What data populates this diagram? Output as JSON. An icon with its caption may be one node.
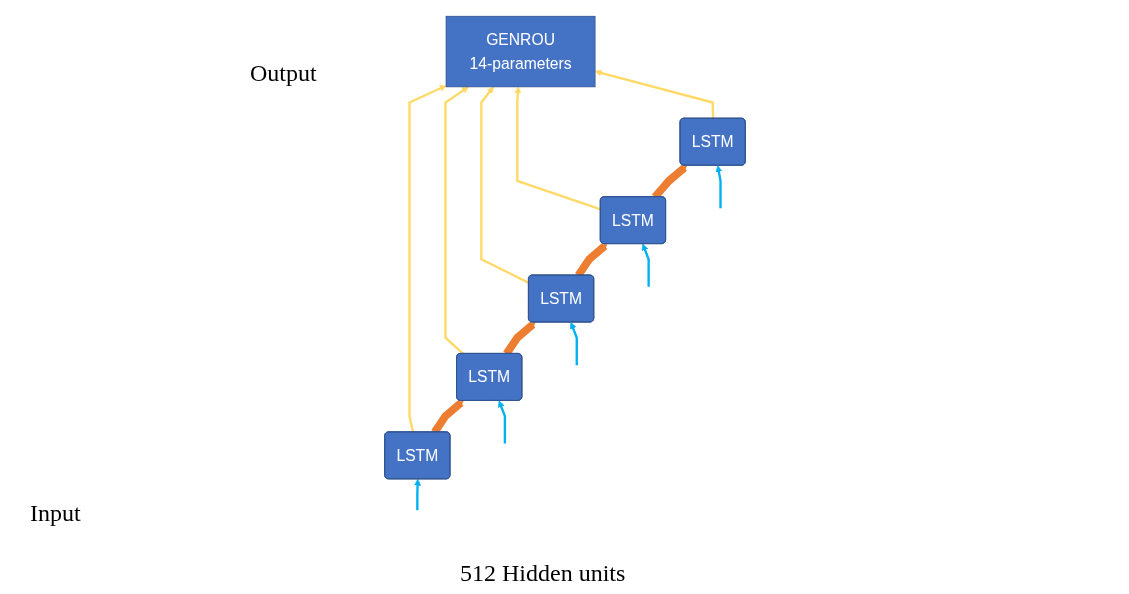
{
  "diagram": {
    "nodes": [
      {
        "text": [
          "GENROU",
          "14-parameters"
        ]
      },
      {
        "text": [
          "LSTM"
        ]
      },
      {
        "text": [
          "LSTM"
        ]
      },
      {
        "text": [
          "LSTM"
        ]
      },
      {
        "text": [
          "LSTM"
        ]
      },
      {
        "text": [
          "LSTM"
        ]
      }
    ],
    "edges": [
      {
        "from": 1,
        "to": 0,
        "arrow": "to",
        "color": "#ffd966"
      },
      {
        "from": 2,
        "to": 0,
        "arrow": "to",
        "color": "#ffd966"
      },
      {
        "from": 3,
        "to": 0,
        "arrow": "to",
        "color": "#ffd966"
      },
      {
        "from": 4,
        "to": 0,
        "arrow": "to",
        "color": "#ffd966"
      },
      {
        "from": 5,
        "to": 0,
        "arrow": "to",
        "color": "#ffd966"
      },
      {
        "from": 1,
        "to": 2,
        "arrow": "to",
        "style": "thick",
        "color": "#ed7d31"
      },
      {
        "from": 2,
        "to": 3,
        "arrow": "to",
        "style": "thick",
        "color": "#ed7d31"
      },
      {
        "from": 3,
        "to": 4,
        "arrow": "to",
        "style": "thick",
        "color": "#ed7d31"
      },
      {
        "from": 4,
        "to": 5,
        "arrow": "to",
        "style": "thick",
        "color": "#ed7d31"
      },
      {
        "from": null,
        "to": 1,
        "arrow": "to",
        "color": "#00b0f0"
      },
      {
        "from": null,
        "to": 2,
        "arrow": "to",
        "color": "#00b0f0"
      },
      {
        "from": null,
        "to": 3,
        "arrow": "to",
        "color": "#00b0f0"
      },
      {
        "from": null,
        "to": 4,
        "arrow": "to",
        "color": "#00b0f0"
      },
      {
        "from": null,
        "to": 5,
        "arrow": "to",
        "color": "#00b0f0"
      }
    ],
    "labels": [
      "Output",
      "Input",
      "512 Hidden units"
    ]
  }
}
